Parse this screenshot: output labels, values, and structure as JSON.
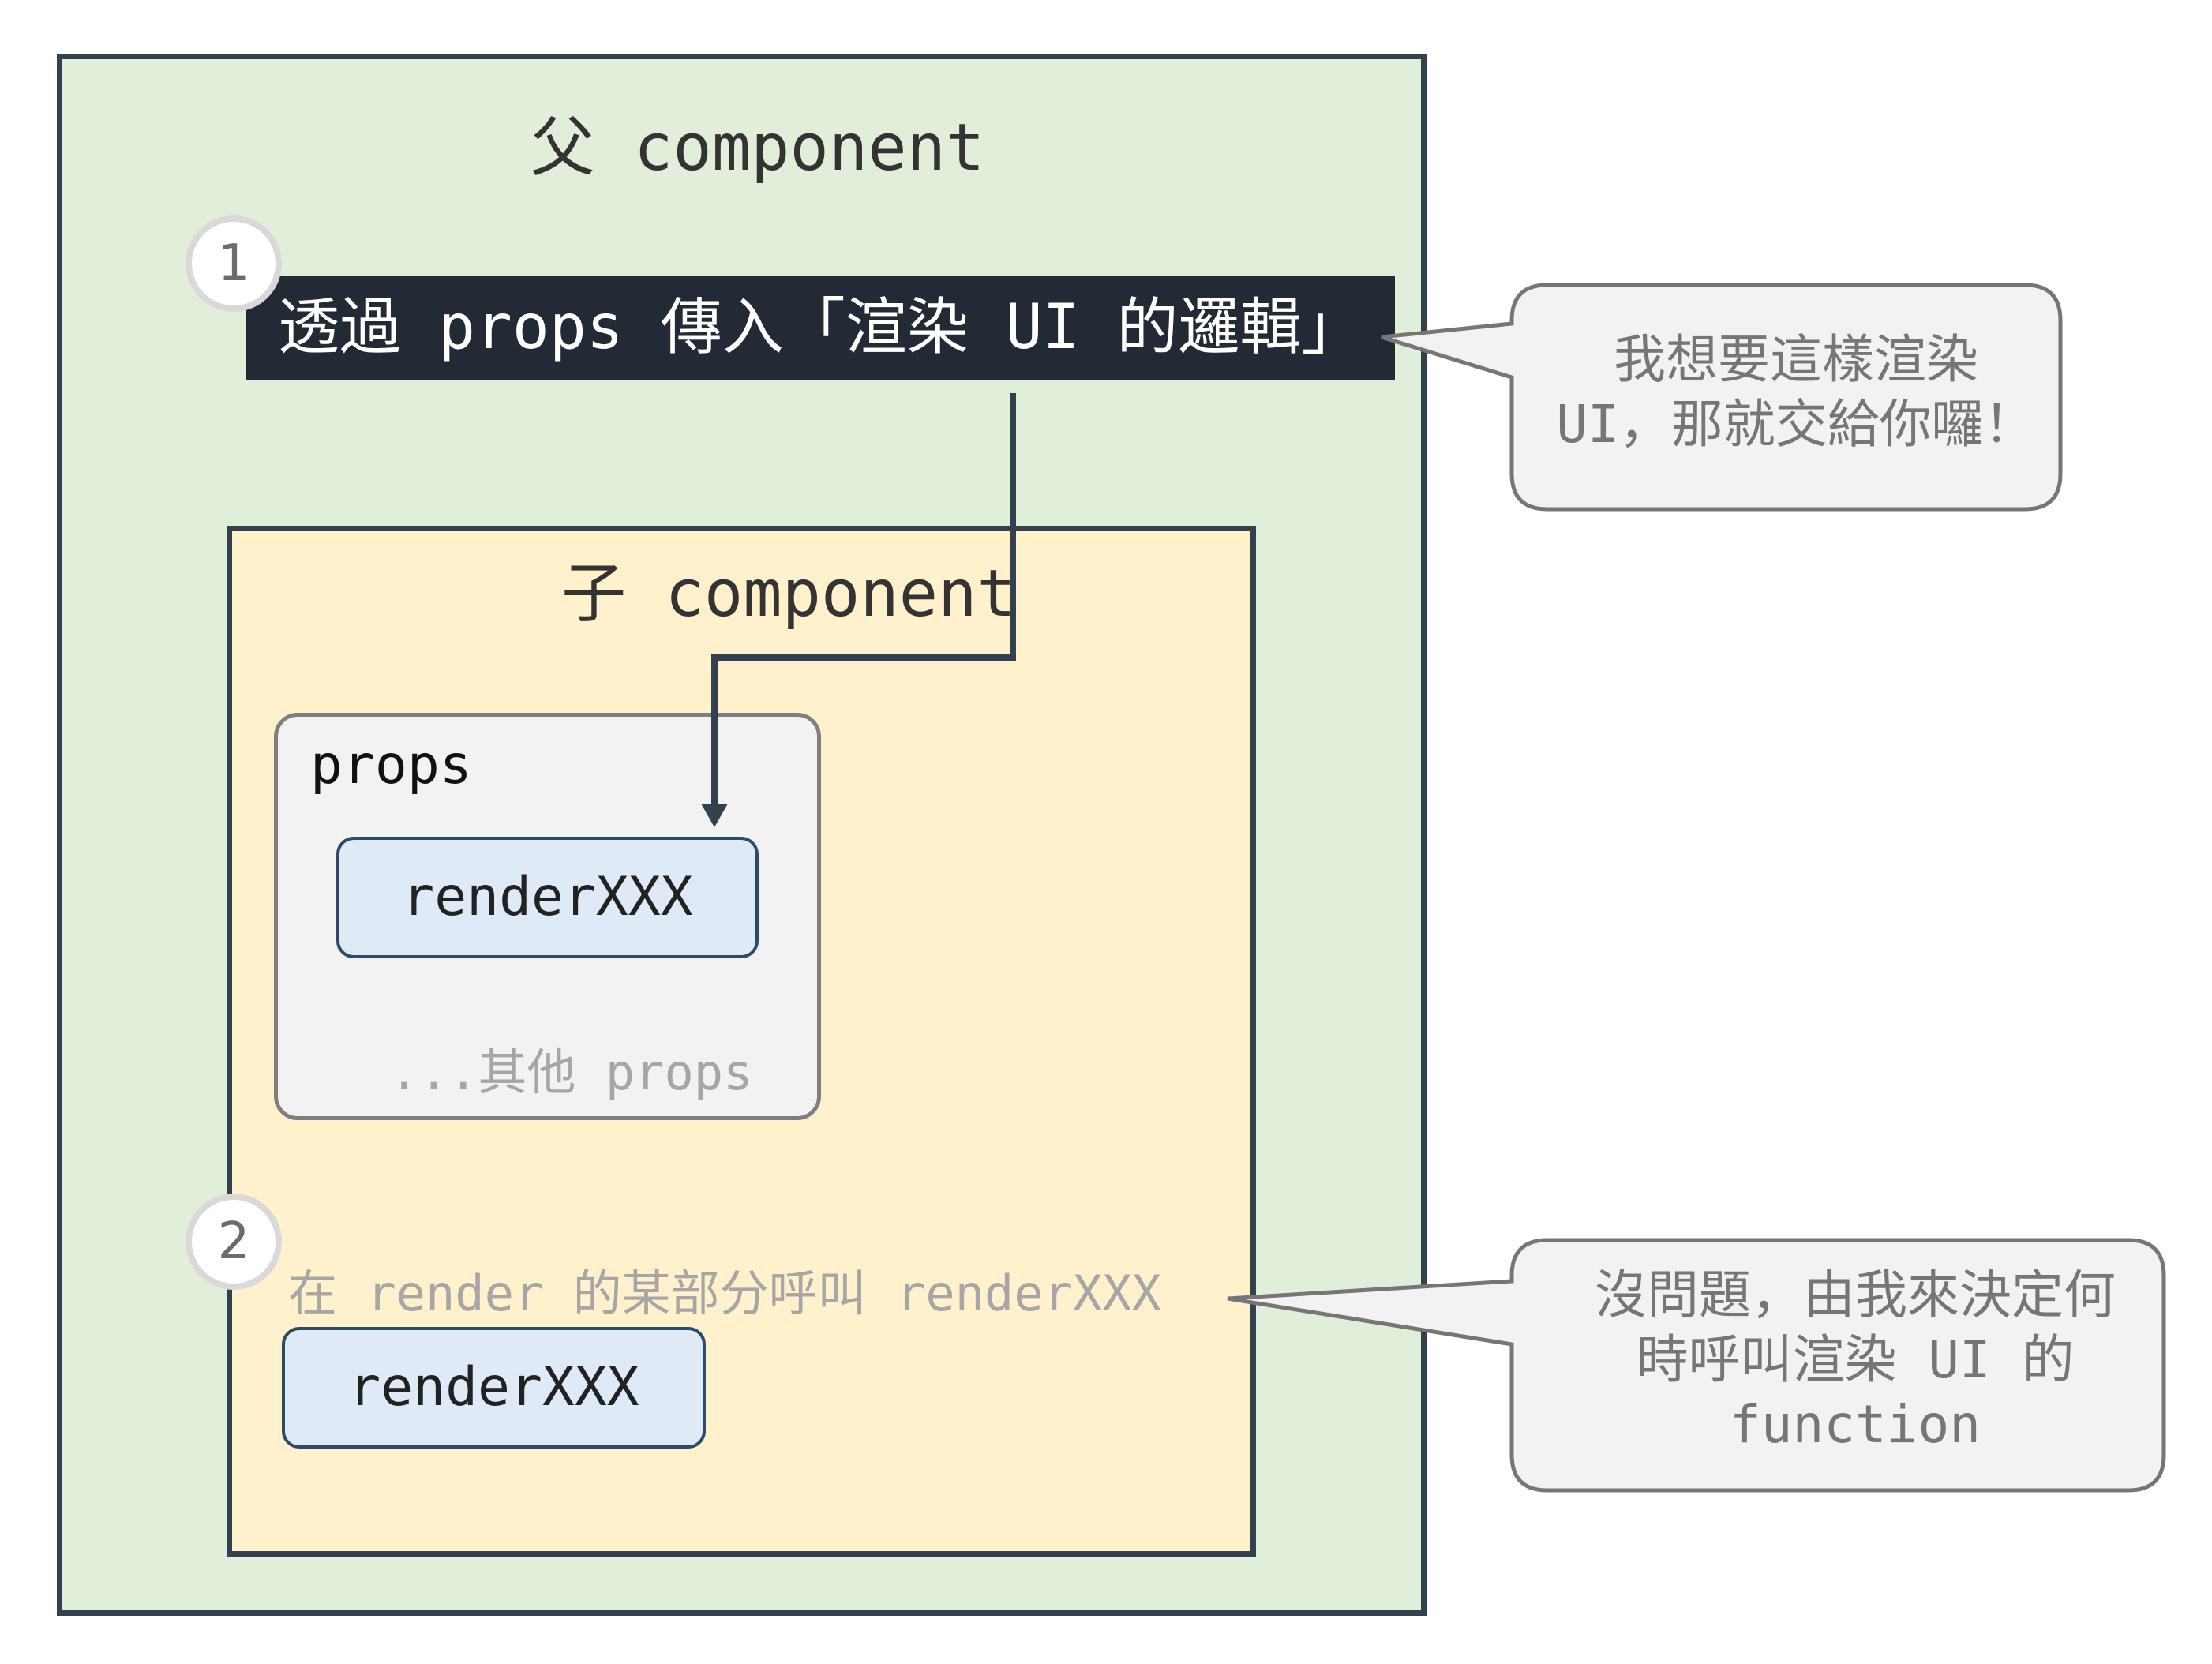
{
  "parent": {
    "title": "父 component",
    "step": "1",
    "header": "透過 props 傳入「渲染 UI 的邏輯」"
  },
  "child": {
    "title": "子 component",
    "props_box": {
      "label": "props",
      "render_prop": "renderXXX",
      "other": "...其他 props"
    },
    "step": "2",
    "call_text": "在 render 的某部分呼叫 renderXXX",
    "render_call": "renderXXX"
  },
  "callouts": {
    "parent_line1": "我想要這樣渲染",
    "parent_line2": "UI，那就交給你囉！",
    "child_line1": "沒問題，由我來決定何",
    "child_line2": "時呼叫渲染 UI 的",
    "child_line3": "function"
  },
  "colors": {
    "parent_bg": "#e1eed9",
    "child_bg": "#fff1cc",
    "border": "#33404d",
    "header_bg": "#222a35",
    "render_bg": "#deebf7",
    "callout_bg": "#f2f2f2",
    "callout_border": "#767676"
  }
}
